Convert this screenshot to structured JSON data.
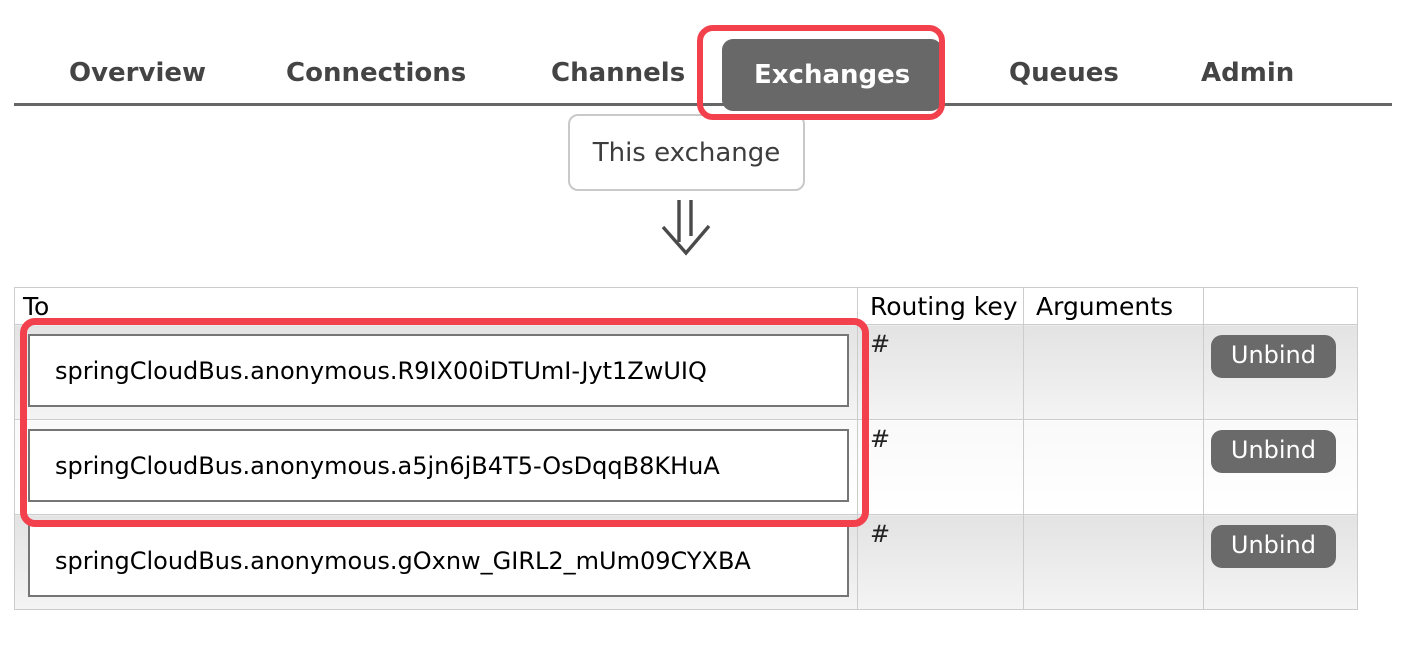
{
  "tabs": {
    "items": [
      {
        "label": "Overview",
        "active": false
      },
      {
        "label": "Connections",
        "active": false
      },
      {
        "label": "Channels",
        "active": false
      },
      {
        "label": "Exchanges",
        "active": true
      },
      {
        "label": "Queues",
        "active": false
      },
      {
        "label": "Admin",
        "active": false
      }
    ]
  },
  "flow": {
    "source_label": "This exchange",
    "arrow_icon": "double-down-arrow"
  },
  "bindings_table": {
    "columns": [
      "To",
      "Routing key",
      "Arguments",
      ""
    ],
    "rows": [
      {
        "to": "springCloudBus.anonymous.R9IX00iDTUmI-Jyt1ZwUIQ",
        "routing_key": "#",
        "arguments": "",
        "action": "Unbind",
        "highlighted": true
      },
      {
        "to": "springCloudBus.anonymous.a5jn6jB4T5-OsDqqB8KHuA",
        "routing_key": "#",
        "arguments": "",
        "action": "Unbind",
        "highlighted": true
      },
      {
        "to": "springCloudBus.anonymous.gOxnw_GIRL2_mUm09CYXBA",
        "routing_key": "#",
        "arguments": "",
        "action": "Unbind",
        "highlighted": false
      }
    ]
  },
  "colors": {
    "annotation_red": "#f2414d",
    "active_tab_bg": "#686868",
    "tab_text": "#444444",
    "rule": "#666666",
    "button_bg": "#6a6a6a",
    "table_border": "#cccccc"
  }
}
